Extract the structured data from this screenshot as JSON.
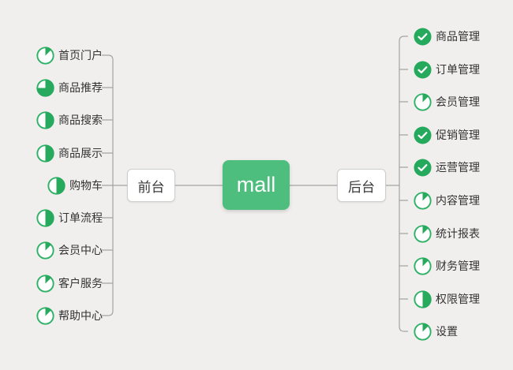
{
  "app": {
    "background_color": "#f0efed",
    "line_color": "#a3a3a1"
  },
  "root": {
    "label": "mall",
    "color": "#4ebe7e",
    "text_color": "#ffffff"
  },
  "icon_colors": {
    "pie_ring_green": "#2fb167",
    "pie_wedge_green": "#27aa5e",
    "check_circle_green": "#24a95d",
    "check_mark_color": "#ffffff"
  },
  "branches": {
    "left": {
      "label": "前台",
      "items": [
        {
          "label": "首页门户",
          "icon": "pie",
          "progress": 0.125
        },
        {
          "label": "商品推荐",
          "icon": "pie",
          "progress": 0.75
        },
        {
          "label": "商品搜索",
          "icon": "pie",
          "progress": 0.5
        },
        {
          "label": "商品展示",
          "icon": "pie",
          "progress": 0.5
        },
        {
          "label": "购物车",
          "icon": "pie",
          "progress": 0.5
        },
        {
          "label": "订单流程",
          "icon": "pie",
          "progress": 0.5
        },
        {
          "label": "会员中心",
          "icon": "pie",
          "progress": 0.125
        },
        {
          "label": "客户服务",
          "icon": "pie",
          "progress": 0.125
        },
        {
          "label": "帮助中心",
          "icon": "pie",
          "progress": 0.125
        }
      ]
    },
    "right": {
      "label": "后台",
      "items": [
        {
          "label": "商品管理",
          "icon": "check"
        },
        {
          "label": "订单管理",
          "icon": "check"
        },
        {
          "label": "会员管理",
          "icon": "pie",
          "progress": 0.125
        },
        {
          "label": "促销管理",
          "icon": "check"
        },
        {
          "label": "运营管理",
          "icon": "check"
        },
        {
          "label": "内容管理",
          "icon": "pie",
          "progress": 0.125
        },
        {
          "label": "统计报表",
          "icon": "pie",
          "progress": 0.125
        },
        {
          "label": "财务管理",
          "icon": "pie",
          "progress": 0.125
        },
        {
          "label": "权限管理",
          "icon": "pie",
          "progress": 0.5
        },
        {
          "label": "设置",
          "icon": "pie",
          "progress": 0.125
        }
      ]
    }
  }
}
